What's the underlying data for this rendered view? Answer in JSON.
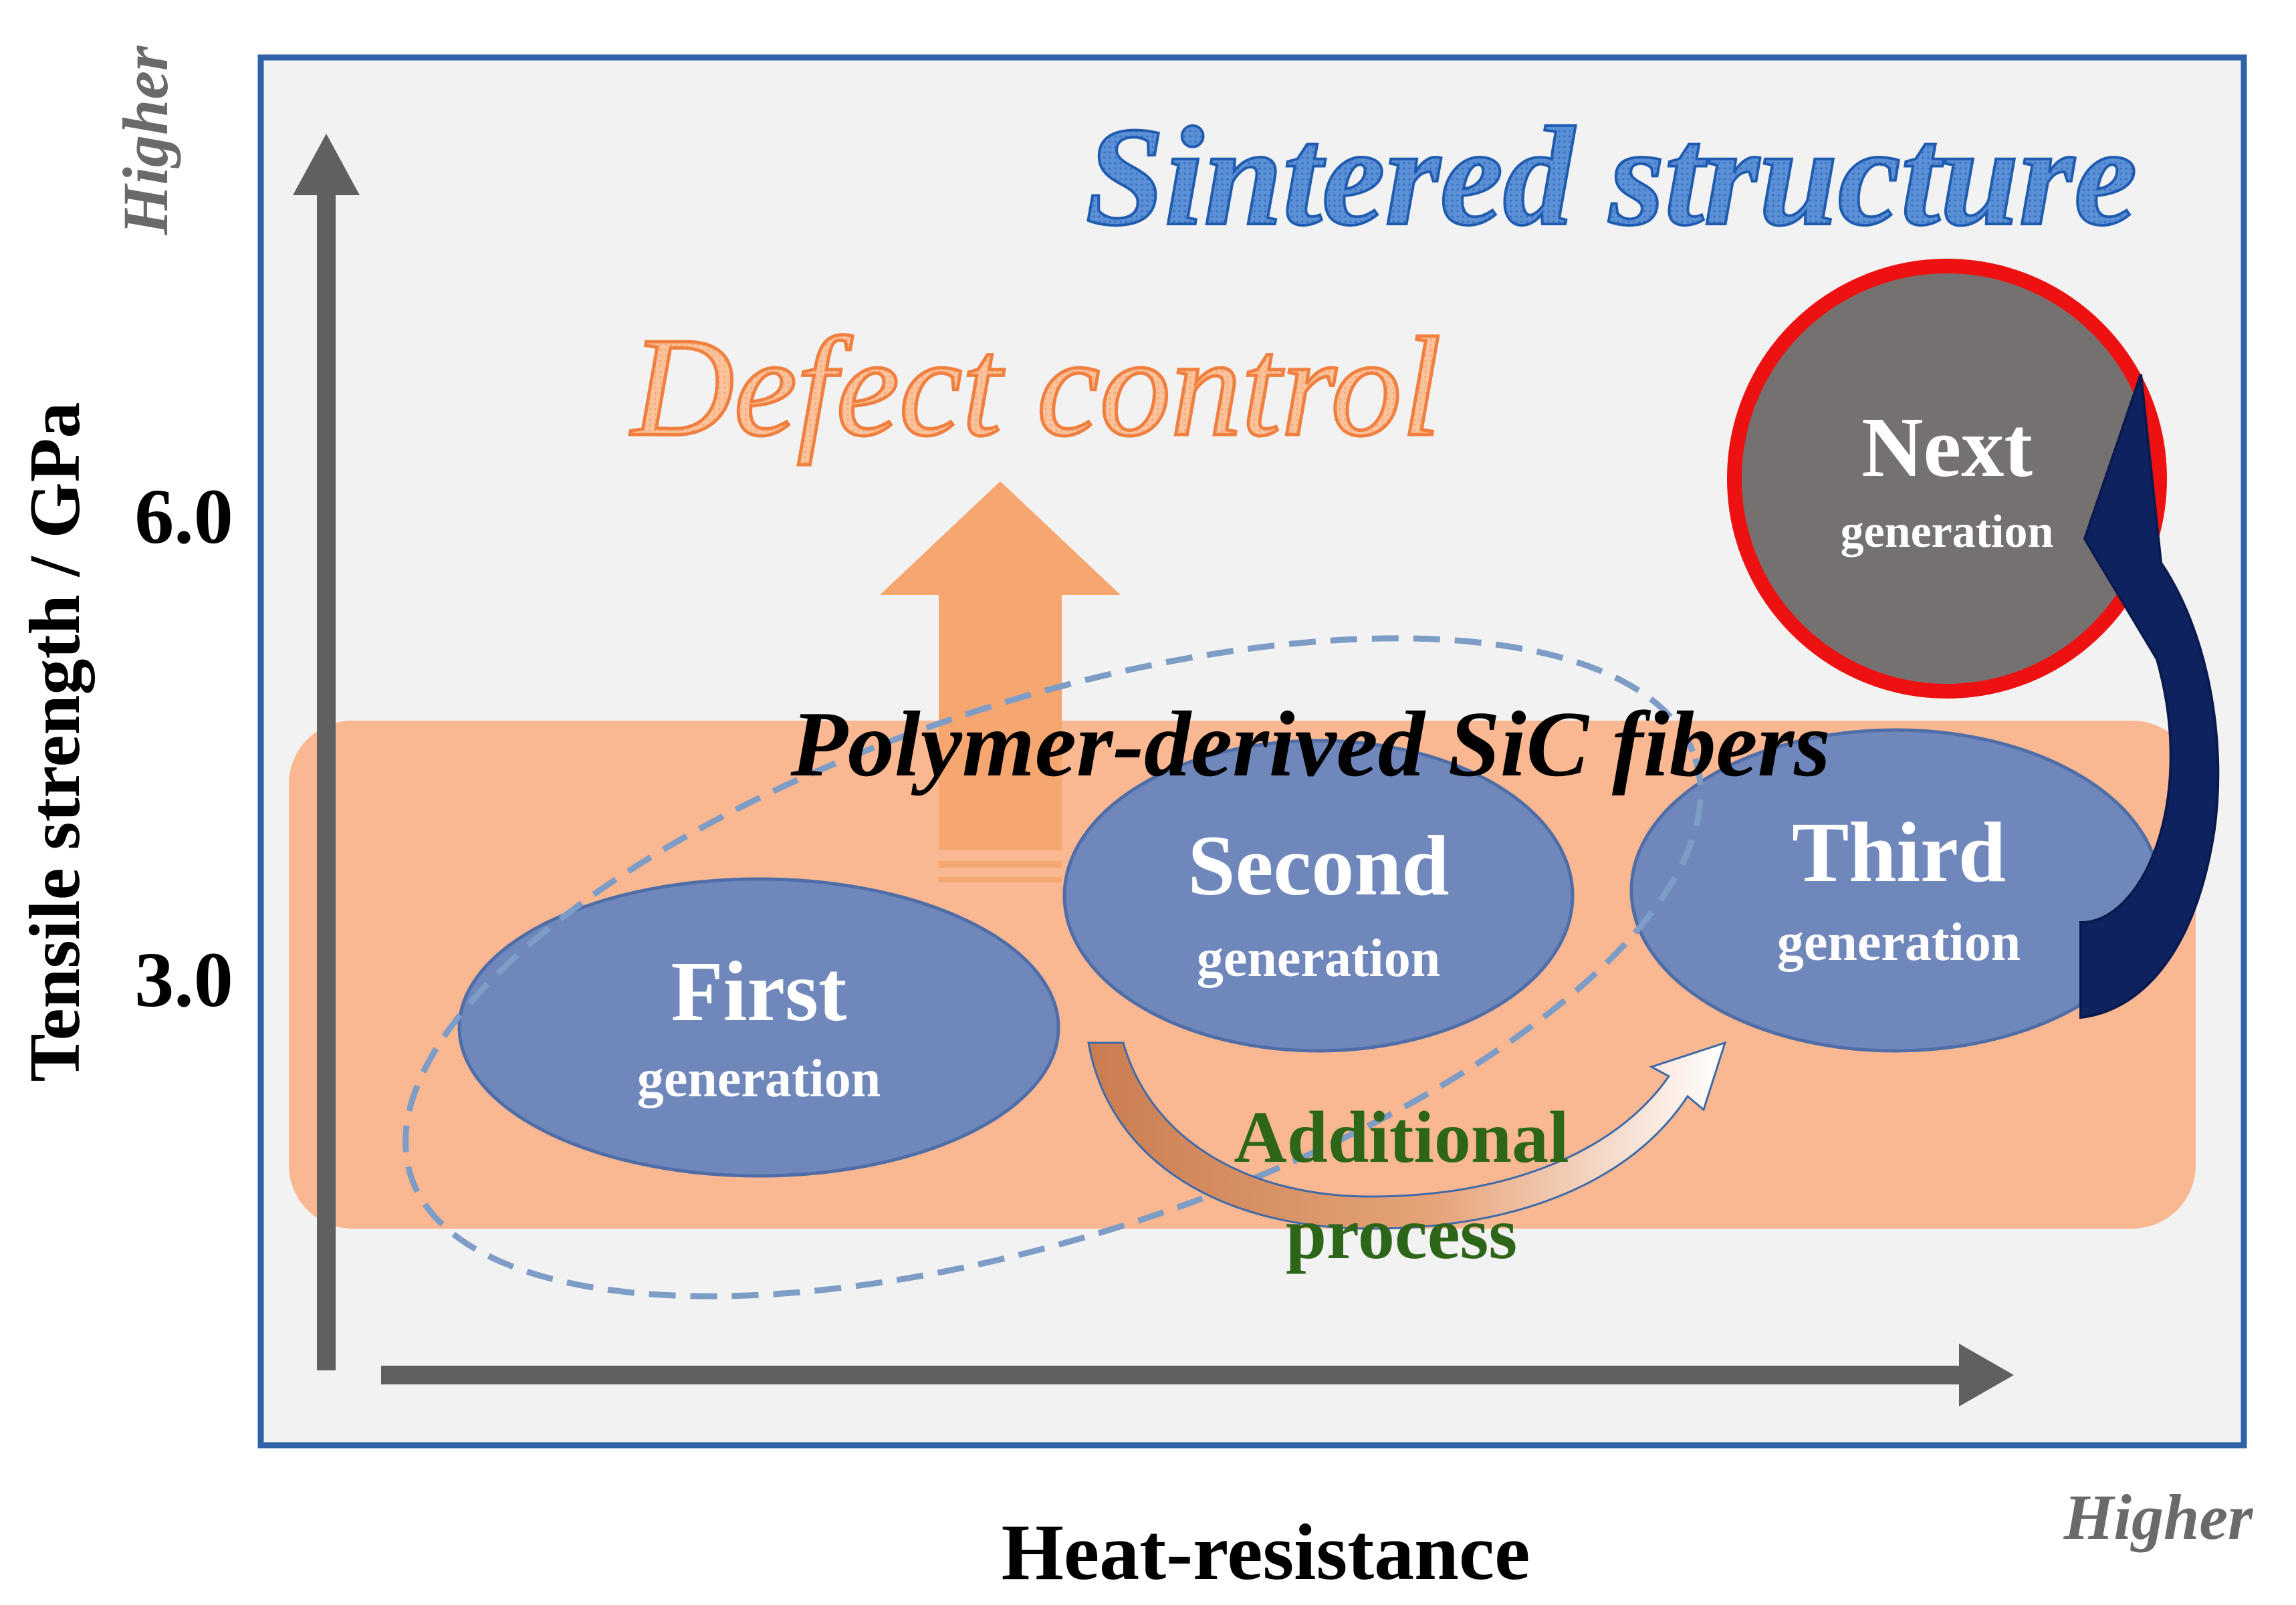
{
  "axes": {
    "y_label": "Tensile strength / GPa",
    "y_ticks": [
      "6.0",
      "3.0"
    ],
    "y_higher": "Higher",
    "x_label": "Heat-resistance",
    "x_higher": "Higher"
  },
  "banners": {
    "sintered": "Sintered structure",
    "defect": "Defect control",
    "polymer": "Polymer-derived SiC fibers"
  },
  "generations": [
    {
      "title": "First",
      "sub": "generation"
    },
    {
      "title": "Second",
      "sub": "generation"
    },
    {
      "title": "Third",
      "sub": "generation"
    },
    {
      "title": "Next",
      "sub": "generation"
    }
  ],
  "additional_process": [
    "Additional",
    "process"
  ],
  "colors": {
    "frame": "#2f63a8",
    "panel_bg": "#f2f2f2",
    "axis": "#606060",
    "orange_band": "#f9b48c",
    "orange_arrow": "#f6a66f",
    "orange_text": "#f08040",
    "blue_text": "#4a7fcf",
    "ellipse_fill": "#6f87bb",
    "ellipse_stroke": "#4f6ea8",
    "dashed_loop": "#7d9cc6",
    "next_fill": "#757171",
    "next_ring": "#ee1111",
    "navy_arrow": "#0e2260",
    "process_text": "#2d6618",
    "process_arrow": "#d3895a"
  }
}
